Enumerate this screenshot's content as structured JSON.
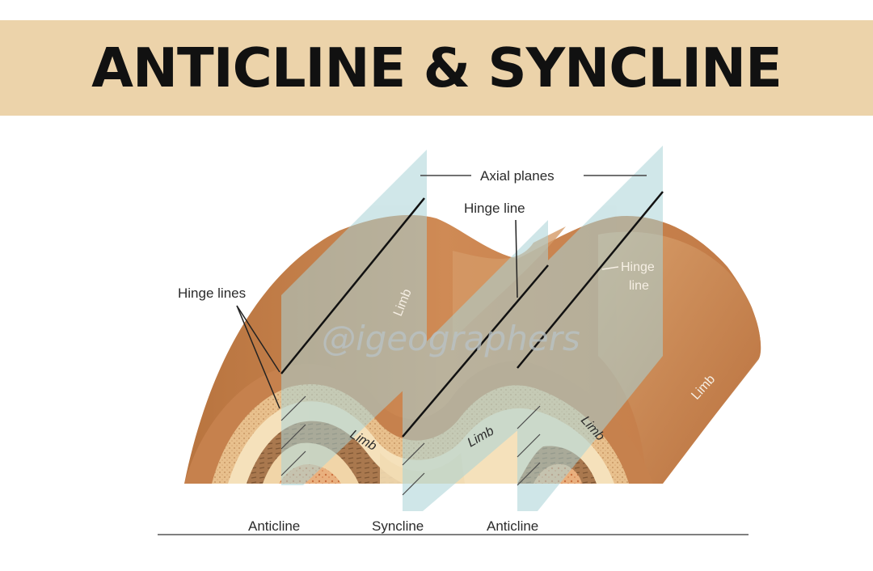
{
  "header": {
    "title": "ANTICLINE & SYNCLINE"
  },
  "diagram": {
    "labels": {
      "axial_planes": "Axial planes",
      "hinge_line_top": "Hinge line",
      "hinge_lines_left": "Hinge lines",
      "hinge_line_right_1": "Hinge",
      "hinge_line_right_2": "line",
      "limb_upper_left": "Limb",
      "limb_left_front": "Limb",
      "limb_center_front": "Limb",
      "limb_right_front": "Limb",
      "limb_right_side": "Limb"
    },
    "watermark": "@igeographers",
    "bottom_labels": {
      "anticline_left": "Anticline",
      "syncline": "Syncline",
      "anticline_right": "Anticline"
    },
    "colors": {
      "banner": "#ecd3aa",
      "rock_surface": "#c9814e",
      "rock_light": "#f3dcb4",
      "rock_mid": "#ddb27c",
      "rock_dark": "#a8794e",
      "axial_plane": "#a9d3d7"
    }
  }
}
